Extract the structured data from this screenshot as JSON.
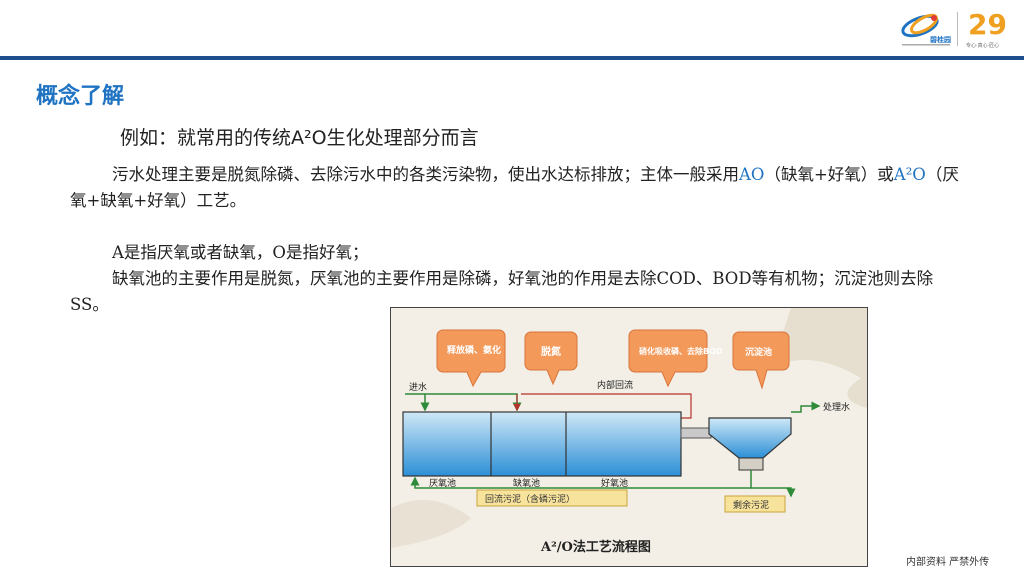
{
  "header": {
    "logo_left_icon": "company-logo",
    "logo_right_text": "29",
    "logo_right_tagline": "专心·真心·匠心"
  },
  "section_title": "概念了解",
  "subtitle": "例如：就常用的传统A²O生化处理部分而言",
  "para1": {
    "part1": "污水处理主要是脱氮除磷、去除污水中的各类污染物，使出水达标排放；主体一般采用",
    "ao": "AO",
    "part2": "（缺氧+好氧）或",
    "a2o": "A²O",
    "part3": "（厌氧+缺氧+好氧）工艺。"
  },
  "para2": {
    "line1": "A是指厌氧或者缺氧，O是指好氧；",
    "line2": "缺氧池的主要作用是脱氮，厌氧池的主要作用是除磷，好氧池的作用是去除COD、BOD等有机物；沉淀池则去除SS。"
  },
  "figure": {
    "bubbles": [
      "释放磷、氨化",
      "脱氮",
      "硝化吸收磷、去除BOD",
      "沉淀池"
    ],
    "inflow": "进水",
    "internal_reflux": "内部回流",
    "effluent": "处理水",
    "tanks": [
      "厌氧池",
      "缺氧池",
      "好氧池"
    ],
    "return_sludge": "回流污泥（含磷污泥）",
    "excess_sludge": "剩余污泥",
    "caption": "A²/O法工艺流程图"
  },
  "footer": "内部资料 严禁外传"
}
